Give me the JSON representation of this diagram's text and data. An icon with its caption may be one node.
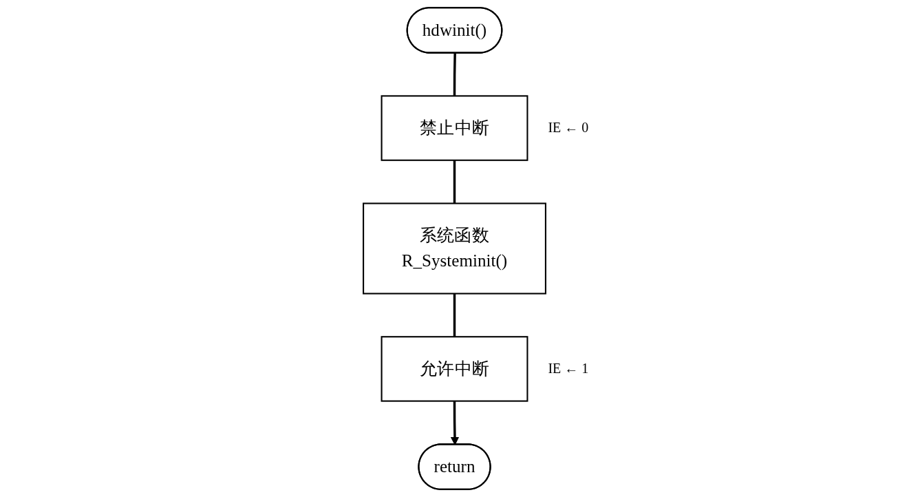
{
  "diagram": {
    "nodes": [
      {
        "text": [
          "hdwinit()"
        ]
      },
      {
        "text": [
          "禁止中断"
        ],
        "beside": [
          "IE ← 0"
        ]
      },
      {
        "text": [
          "系统函数",
          "R_Systeminit()"
        ]
      },
      {
        "text": [
          "允许中断"
        ],
        "beside": [
          "IE ← 1"
        ]
      },
      {
        "text": [
          "return"
        ]
      }
    ],
    "edges": [
      {
        "from": 0,
        "to": 1,
        "arrow": "none"
      },
      {
        "from": 1,
        "to": 2,
        "arrow": "none"
      },
      {
        "from": 2,
        "to": 3,
        "arrow": "none"
      },
      {
        "from": 3,
        "to": 4,
        "arrow": "to"
      }
    ]
  }
}
